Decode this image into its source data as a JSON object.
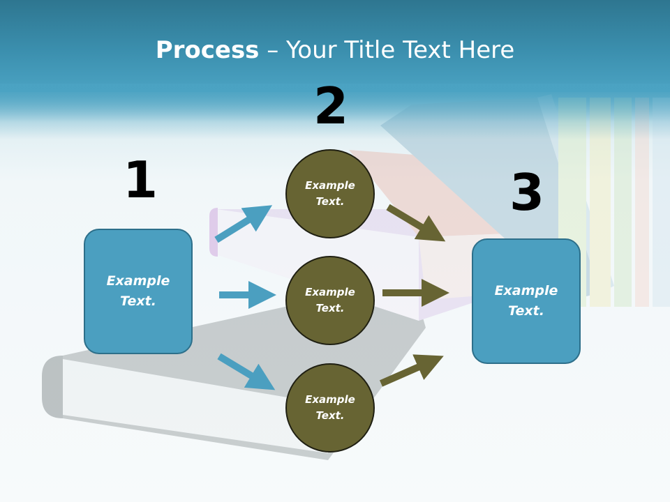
{
  "slide": {
    "title_bold": "Process",
    "title_rest": " – Your Title Text Here"
  },
  "steps": {
    "step1_number": "1",
    "step2_number": "2",
    "step3_number": "3"
  },
  "boxes": {
    "left_text": "Example Text.",
    "right_text": "Example Text."
  },
  "circles": {
    "top_text": "Example Text.",
    "middle_text": "Example Text.",
    "bottom_text": "Example Text."
  },
  "colors": {
    "title_band": "#3b8fae",
    "box_fill": "#4b9fc0",
    "circle_fill": "#676433",
    "arrow_blue": "#4b9fc0",
    "arrow_olive": "#676433"
  }
}
